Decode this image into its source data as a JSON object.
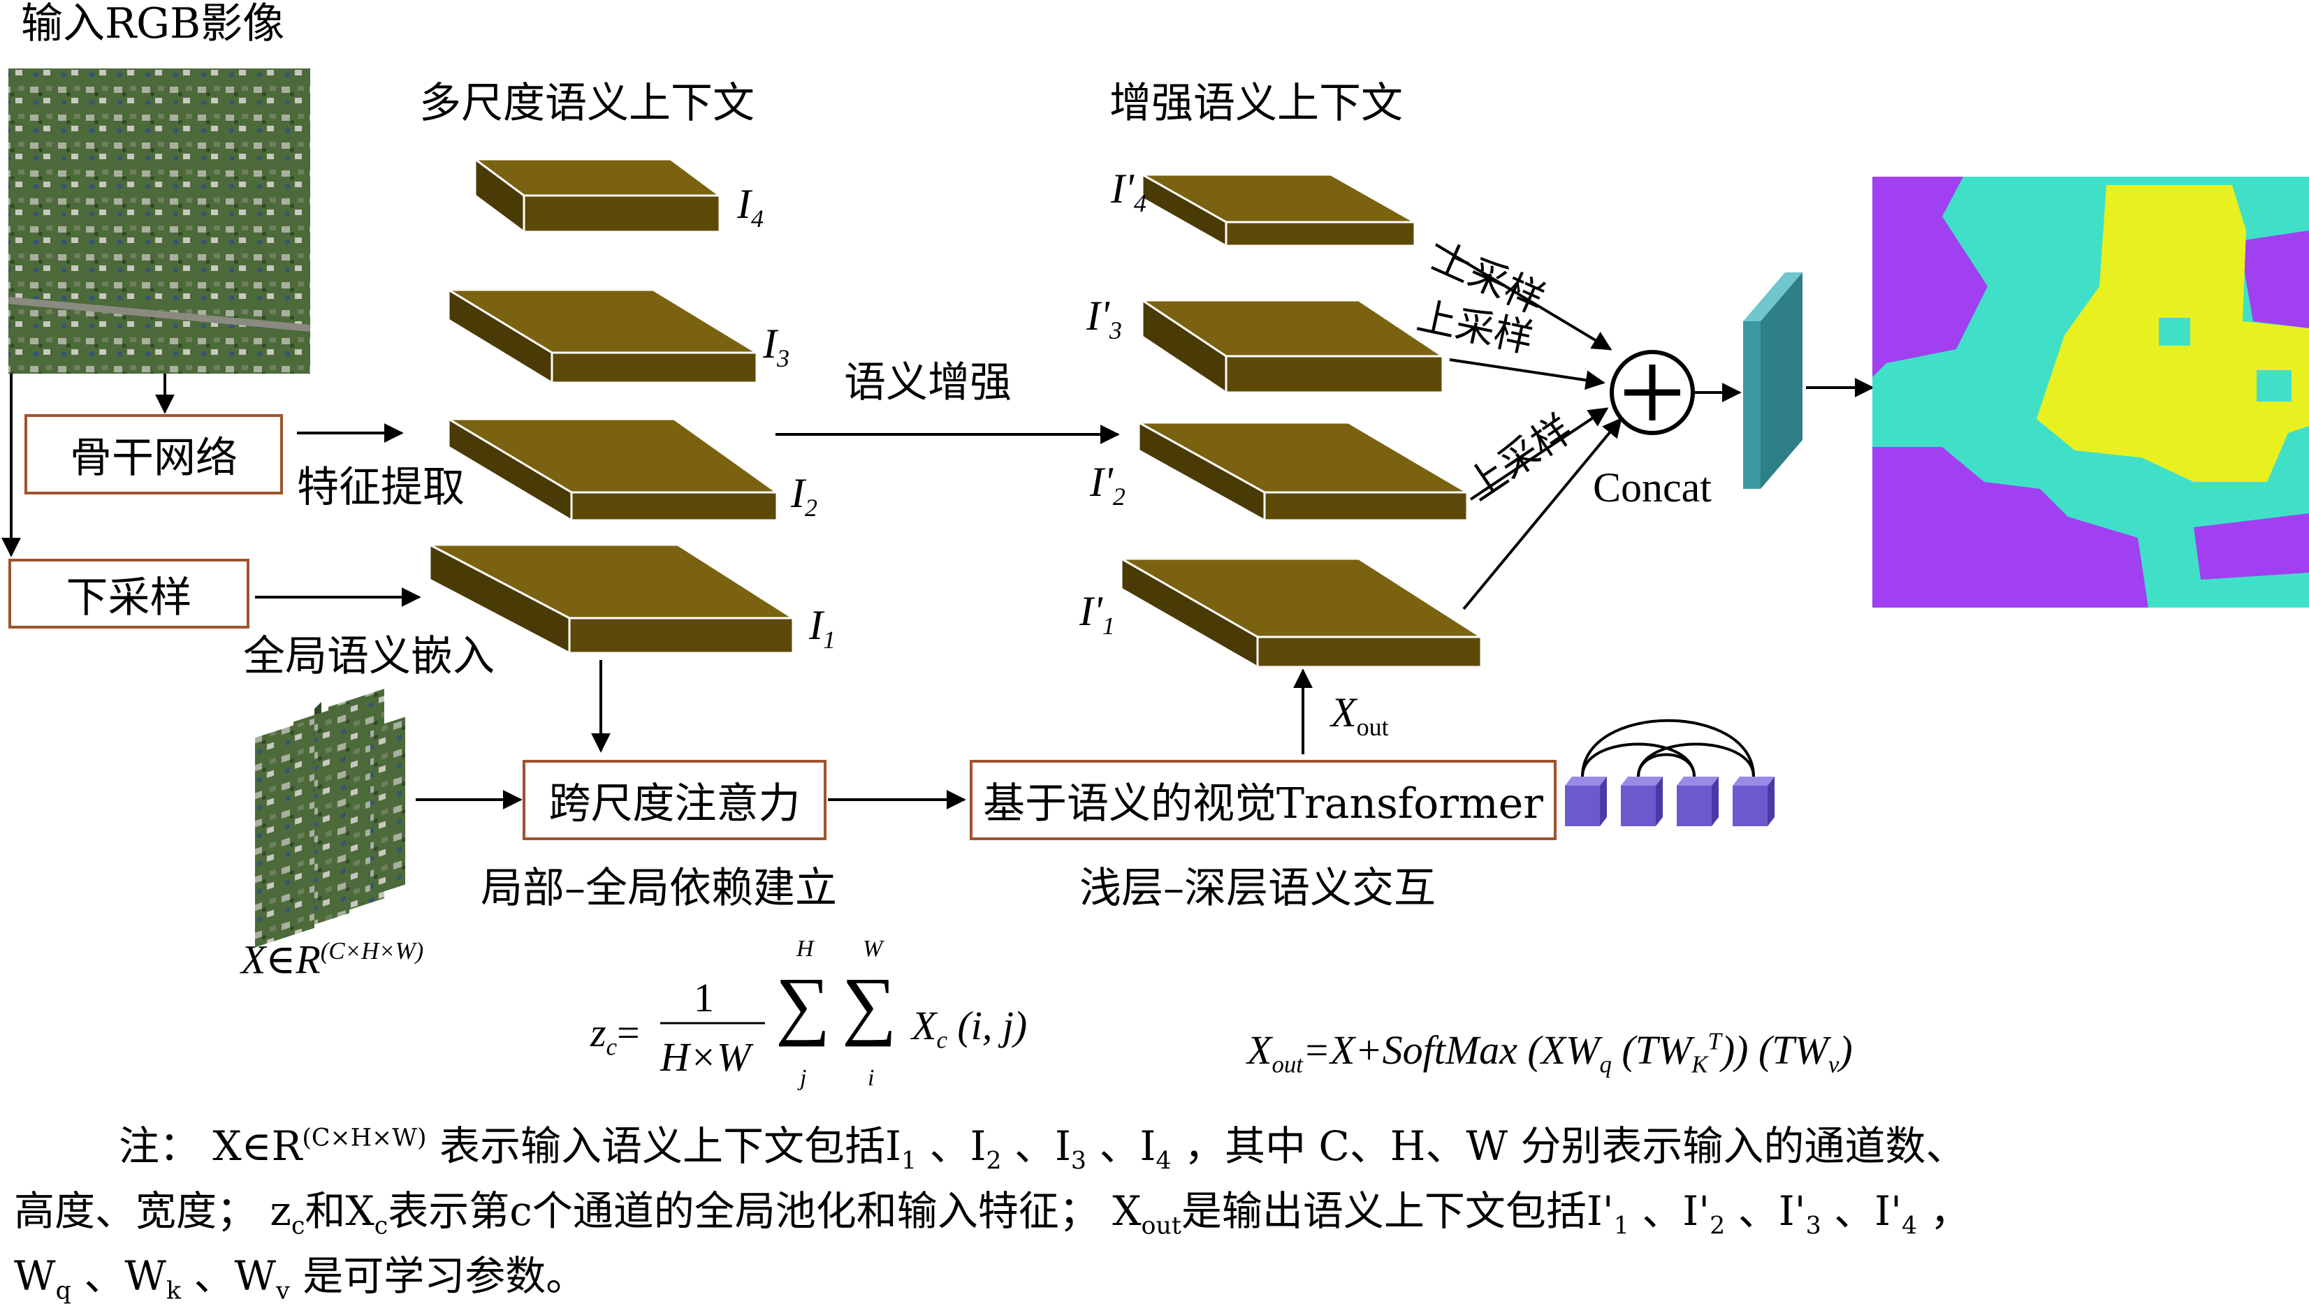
{
  "input_label": "输入RGB影像",
  "multiscale_title": "多尺度语义上下文",
  "enhanced_title": "增强语义上下文",
  "backbone_box": "骨干网络",
  "feature_extract": "特征提取",
  "downsample_box": "下采样",
  "global_embed": "全局语义嵌入",
  "semantic_enhance": "语义增强",
  "layer_labels": {
    "I4": "I",
    "I4s": "4",
    "I3": "I",
    "I3s": "3",
    "I2": "I",
    "I2s": "2",
    "I1": "I",
    "I1s": "1"
  },
  "enhanced_labels": {
    "p4": "I'",
    "p4s": "4",
    "p3": "I'",
    "p3s": "3",
    "p2": "I'",
    "p2s": "2",
    "p1": "I'",
    "p1s": "1"
  },
  "upsample_1": "上采样",
  "upsample_2": "上采样",
  "upsample_3": "上采样",
  "concat_label": "Concat",
  "xout_main": "X",
  "xout_sub": "out",
  "cross_scale_box": "跨尺度注意力",
  "transformer_box": "基于语义的视觉Transformer",
  "local_global_caption": "局部–全局依赖建立",
  "shallow_deep_caption": "浅层–深层语义交互",
  "x_in_r": {
    "x": "X∈R",
    "sup": "(C×H×W)"
  },
  "formula_zc": {
    "z": "z",
    "c": "c",
    "eq": "=",
    "num": "1",
    "den": "H×W",
    "sum1_top": "H",
    "sum1_bot": "j",
    "sum2_top": "W",
    "sum2_bot": "i",
    "X": "X",
    "Xc": "c",
    "args": "(i, j)"
  },
  "formula_xout": "X<sub>out</sub>=X+SoftMax (XW<sub>q</sub> (TW<sub>K</sub><sup>T</sup>)) (TW<sub>v</sub>)",
  "note_line1": "注：  X∈R<sup>(C×H×W)</sup> 表示输入语义上下文包括I<sub>1</sub> 、I<sub>2</sub> 、I<sub>3</sub> 、I<sub>4</sub> ，其中 C、H、W 分别表示输入的通道数、",
  "note_line2": "高度、宽度；  z<sub>c</sub>和X<sub>c</sub>表示第c个通道的全局池化和输入特征；  X<sub>out</sub>是输出语义上下文包括I'<sub>1</sub> 、I'<sub>2</sub> 、I'<sub>3</sub> 、I'<sub>4</sub> ，",
  "note_line3": "W<sub>q</sub> 、W<sub>k</sub> 、W<sub>v</sub> 是可学习参数。",
  "colors": {
    "slab_top": "#7a6210",
    "slab_front": "#5e4a08",
    "slab_side": "#4a3a06",
    "box_border": "#a0522d",
    "concat_teal": "#3a9aa0",
    "token_blue": "#6a5acd",
    "seg_magenta": "#a040f0",
    "seg_cyan": "#40e0c8",
    "seg_yellow": "#e8f020"
  }
}
